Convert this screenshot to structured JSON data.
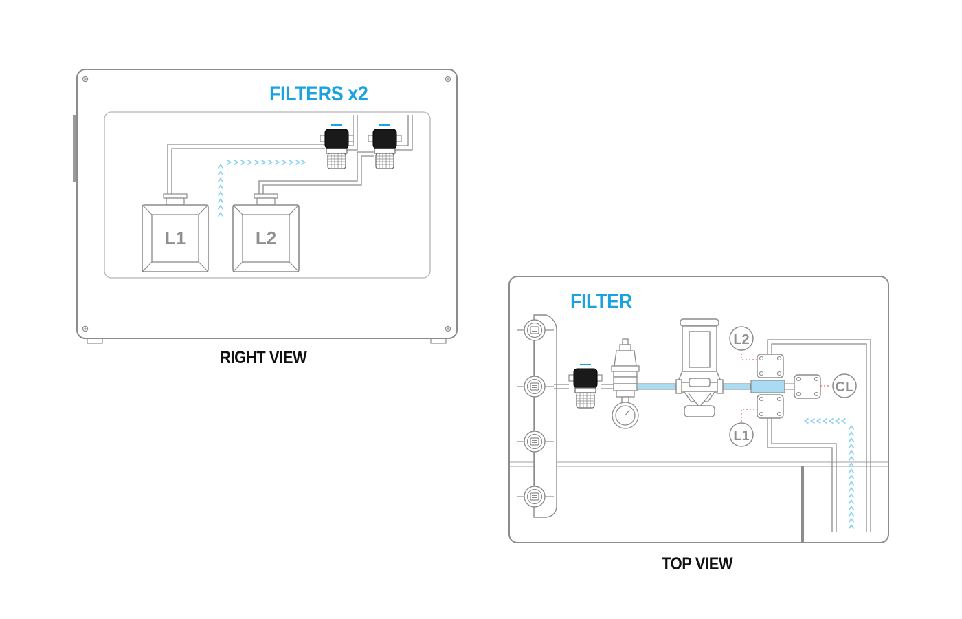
{
  "right_view": {
    "title": "FILTERS x2",
    "caption": "RIGHT VIEW",
    "tanks": [
      "L1",
      "L2"
    ]
  },
  "top_view": {
    "title": "FILTER",
    "caption": "TOP VIEW",
    "badges": [
      "L2",
      "L1",
      "CL"
    ]
  },
  "colors": {
    "outline": "#8c8c8c",
    "accent": "#1aa3e0",
    "flow_arrows": "#8fd3f2",
    "leader_lines": "#f06a6a"
  }
}
